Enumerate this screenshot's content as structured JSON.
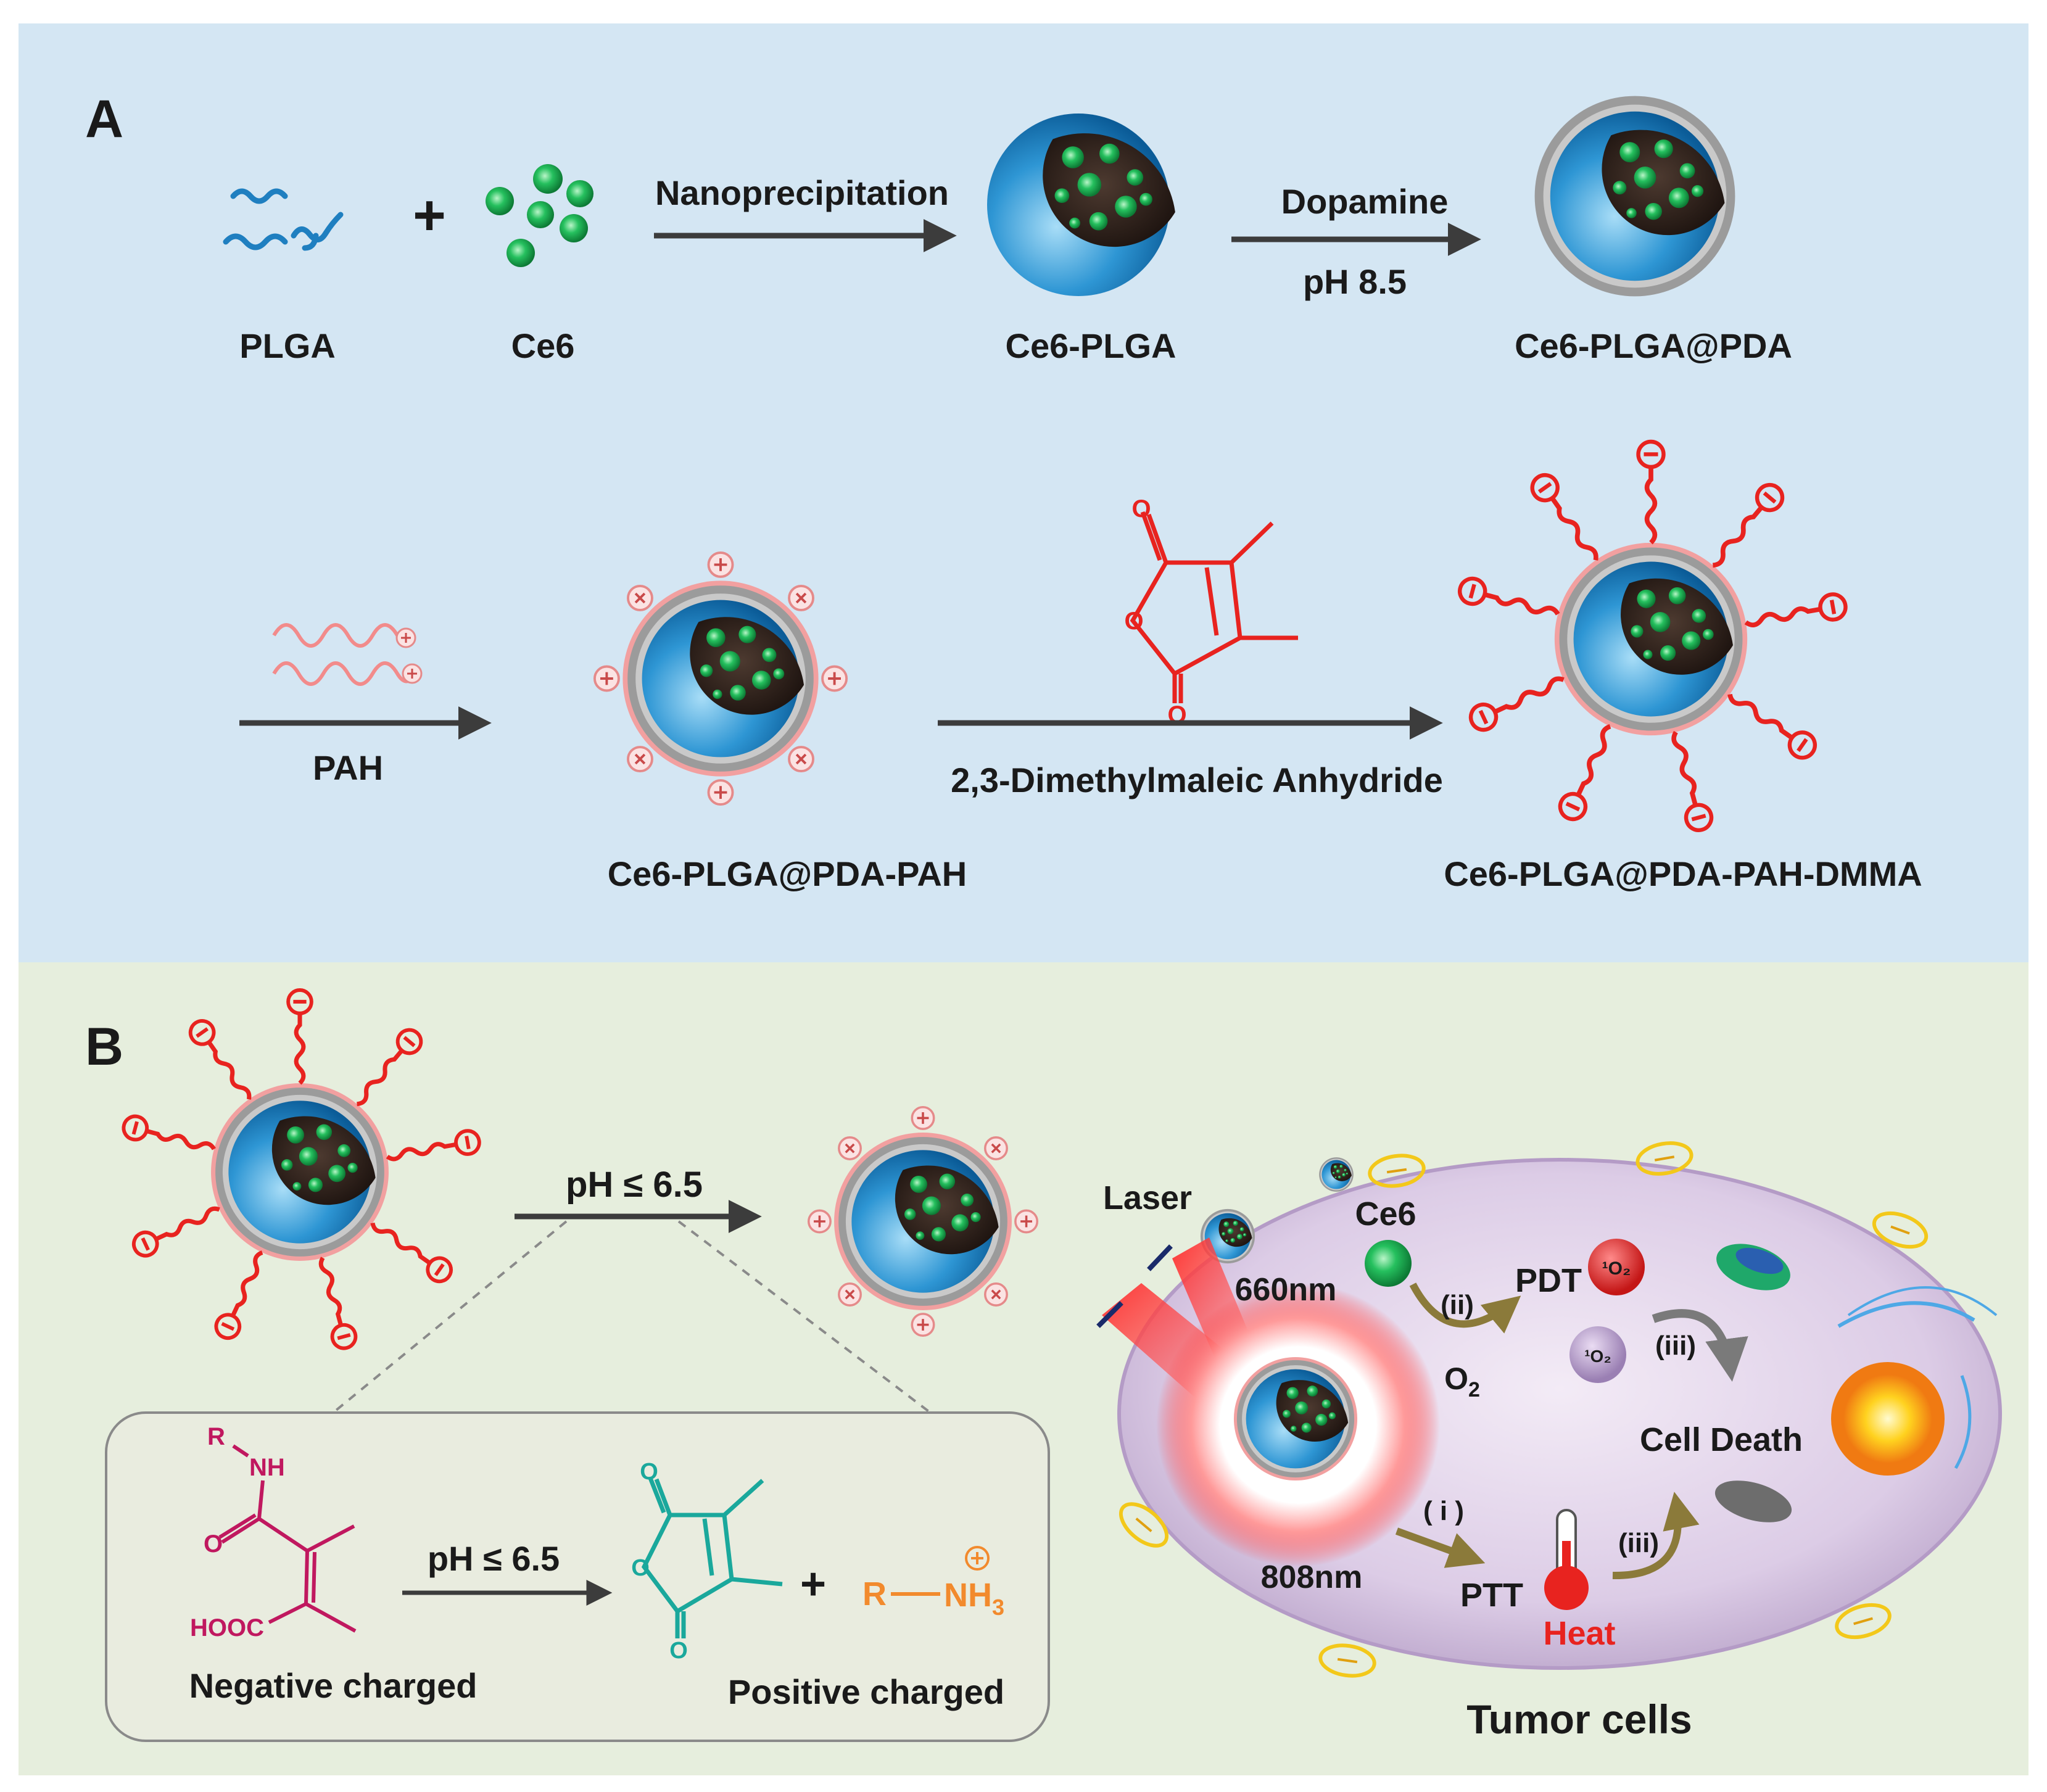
{
  "panel_a": {
    "letter": "A",
    "plga": "PLGA",
    "ce6": "Ce6",
    "plus": "+",
    "step_nanoprecipitation": "Nanoprecipitation",
    "ce6_plga": "Ce6-PLGA",
    "step_dopamine": "Dopamine",
    "step_ph": "pH 8.5",
    "ce6_plga_pda": "Ce6-PLGA@PDA",
    "pah": "PAH",
    "ce6_plga_pda_pah": "Ce6-PLGA@PDA-PAH",
    "anhydride": "2,3-Dimethylmaleic Anhydride",
    "final_particle": "Ce6-PLGA@PDA-PAH-DMMA"
  },
  "panel_b": {
    "letter": "B",
    "ph_switch": "pH ≤ 6.5",
    "inset_ph": "pH ≤ 6.5",
    "amide_r": "R",
    "amide_nh": "NH",
    "hooc": "HOOC",
    "negative": "Negative charged",
    "plus": "+",
    "amine_r": "R",
    "amine_nh3": "NH",
    "amine_sub": "3",
    "positive": "Positive charged",
    "laser": "Laser",
    "ce6": "Ce6",
    "wl_660": "660nm",
    "wl_808": "808nm",
    "step_ii": "(ii)",
    "pdt": "PDT",
    "o2": "O",
    "o2_sub": "2",
    "singlet_o2": "¹O₂",
    "step_iii_a": "(iii)",
    "cell_death": "Cell Death",
    "step_i": "( i )",
    "ptt": "PTT",
    "step_iii_b": "(iii)",
    "heat": "Heat",
    "tumor_cells": "Tumor cells"
  },
  "colors": {
    "panel_a_bg": "#d4e6f3",
    "panel_b_bg": "#e6eedd",
    "polymer_blue": "#1f7fc0",
    "ce6_green": "#1fb25a",
    "pah_pink": "#f2a0a0",
    "dmma_red": "#e8231f",
    "amide_magenta": "#c0185f",
    "anhydride_teal": "#1aa89c",
    "amine_orange": "#f28a2d",
    "cell_lilac": "#d3c3e0"
  }
}
